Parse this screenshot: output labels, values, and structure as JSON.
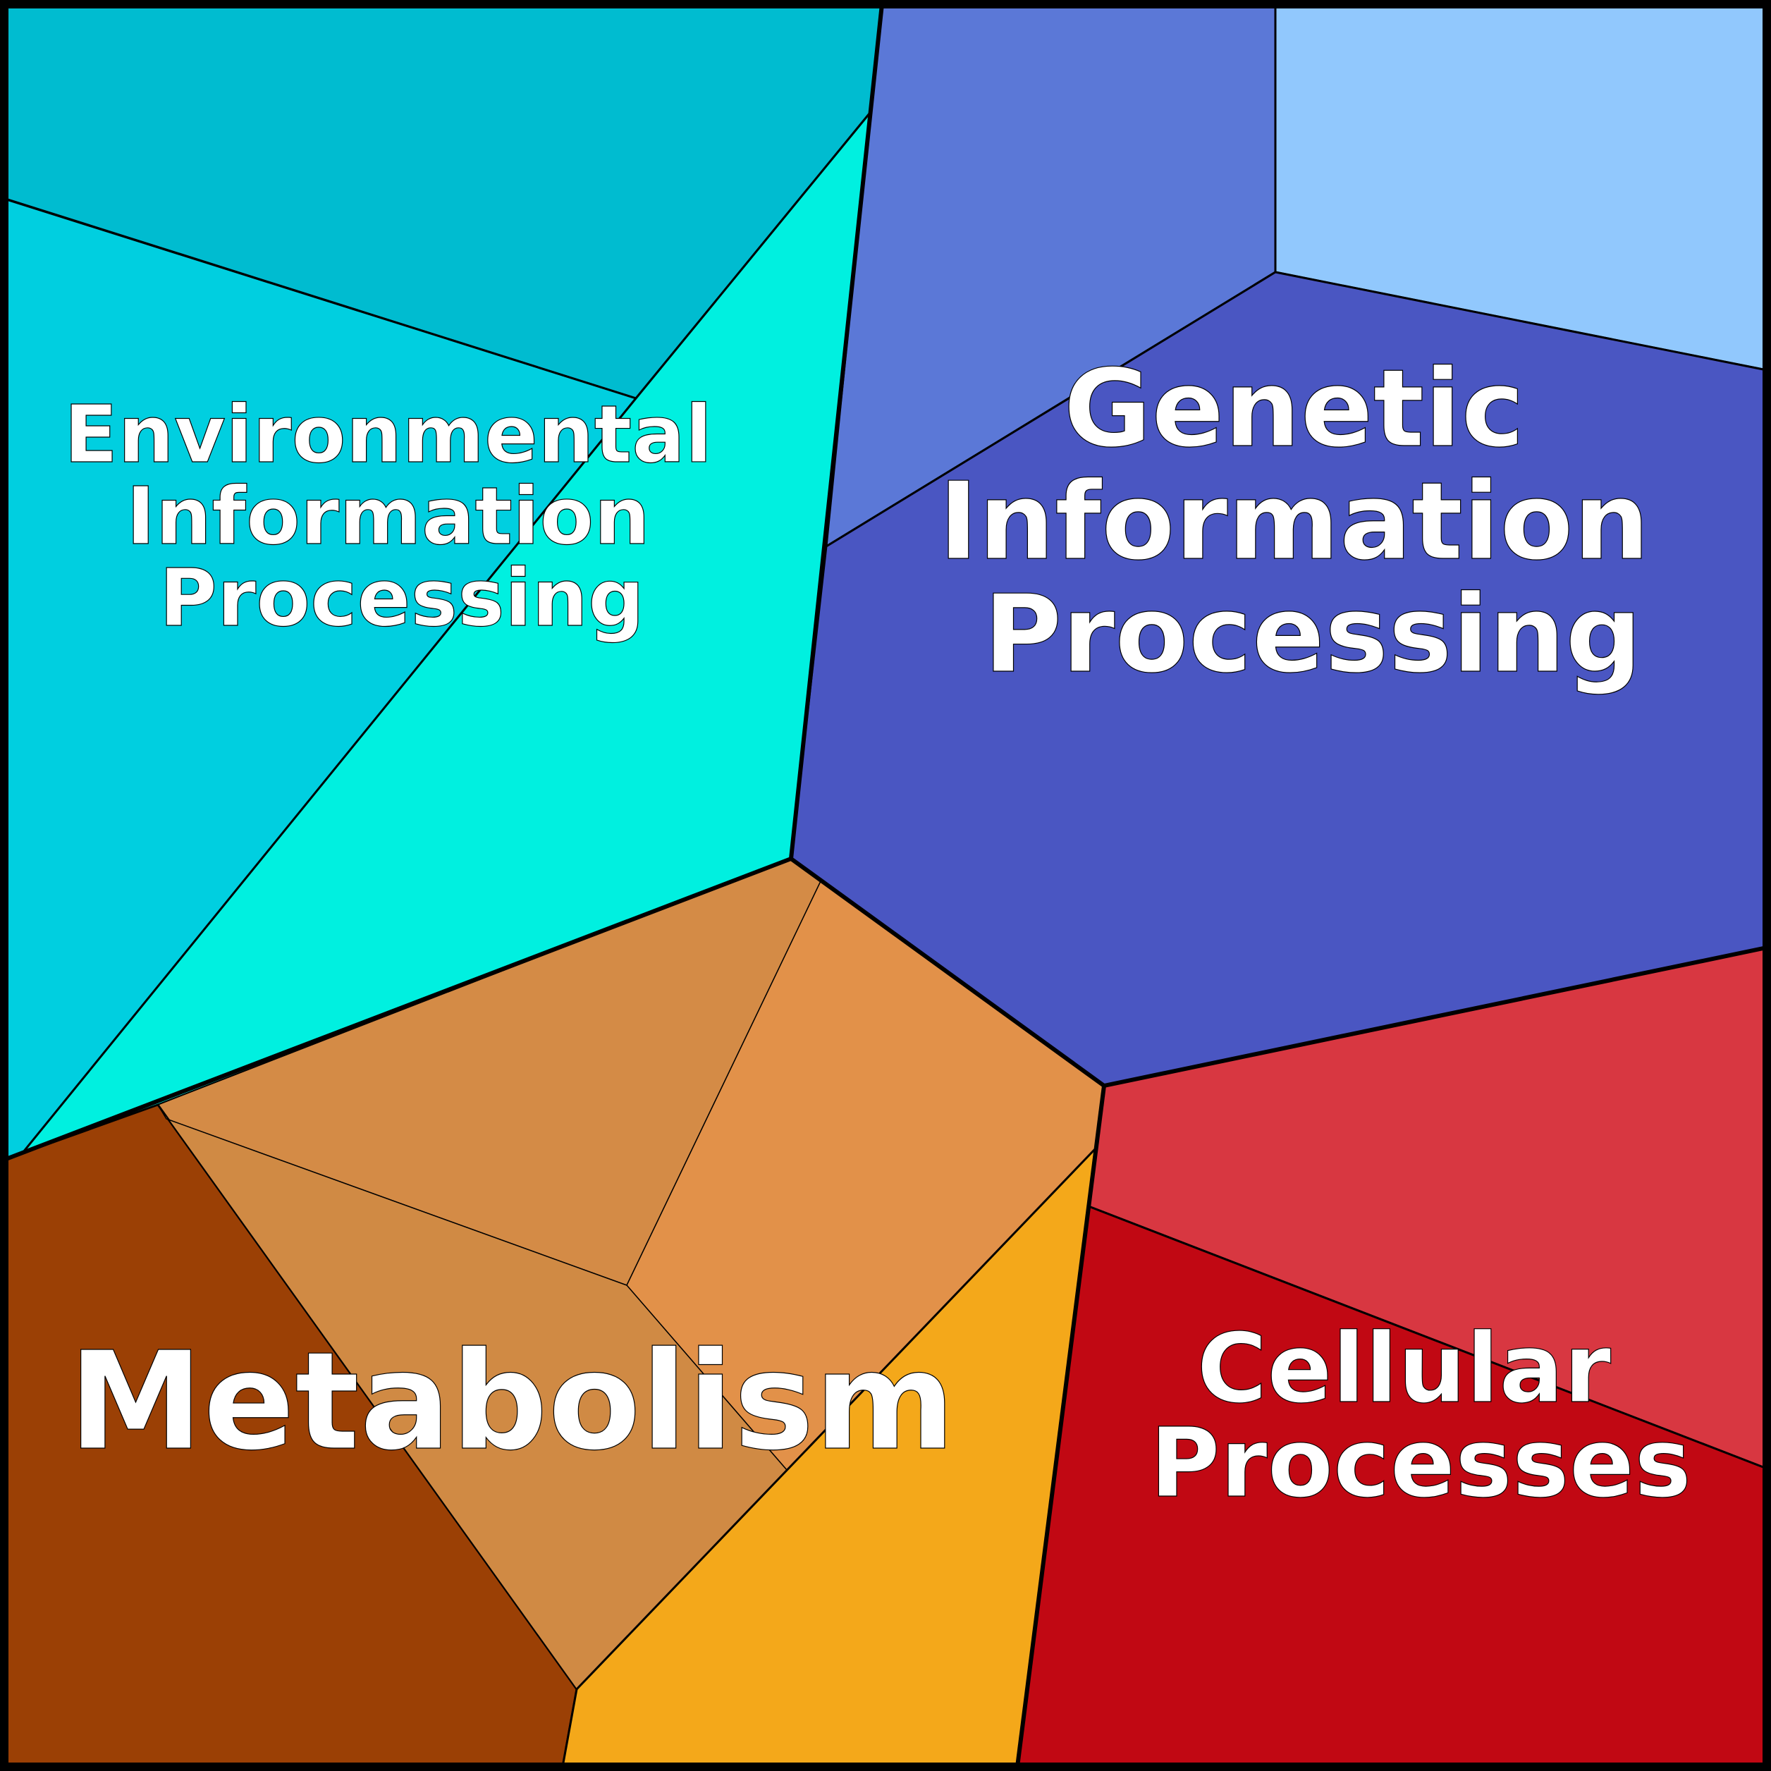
{
  "regions": {
    "environmental": {
      "label_lines": [
        "Environmental",
        "Information",
        "Processing"
      ]
    },
    "genetic": {
      "label_lines": [
        "Genetic",
        "Information",
        "Processing"
      ]
    },
    "metabolism": {
      "label_lines": [
        "Metabolism"
      ]
    },
    "cellular": {
      "label_lines": [
        "Cellular",
        "Processes"
      ]
    }
  },
  "colors": {
    "env_top": "#00bcd0",
    "env_left": "#00cfe0",
    "env_center": "#00f0e0",
    "gen_top_mid": "#5b78d7",
    "gen_top_right": "#91c8fd",
    "gen_main": "#4a56c2",
    "met_top": "#d48b46",
    "met_right": "#e29149",
    "met_left": "#9b4005",
    "met_center": "#d08a44",
    "met_bottom": "#f4a81a",
    "cell_top": "#d83741",
    "cell_bottom": "#c10813"
  }
}
